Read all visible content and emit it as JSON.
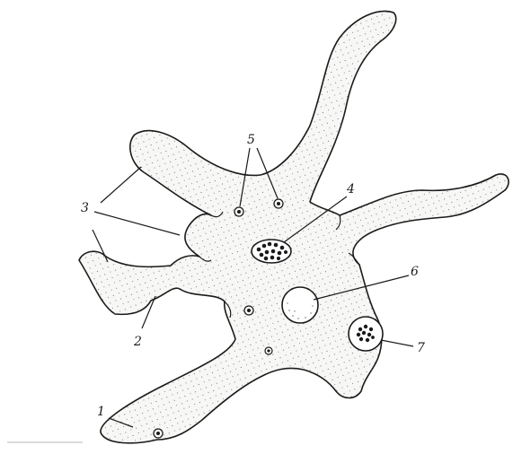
{
  "labels": {
    "l1": "1",
    "l2": "2",
    "l3": "3",
    "l4": "4",
    "l5": "5",
    "l6": "6",
    "l7": "7"
  },
  "colors": {
    "outline": "#1a1a1a",
    "cytoplasm": "#f7f7f5",
    "stipple": "#555555"
  }
}
